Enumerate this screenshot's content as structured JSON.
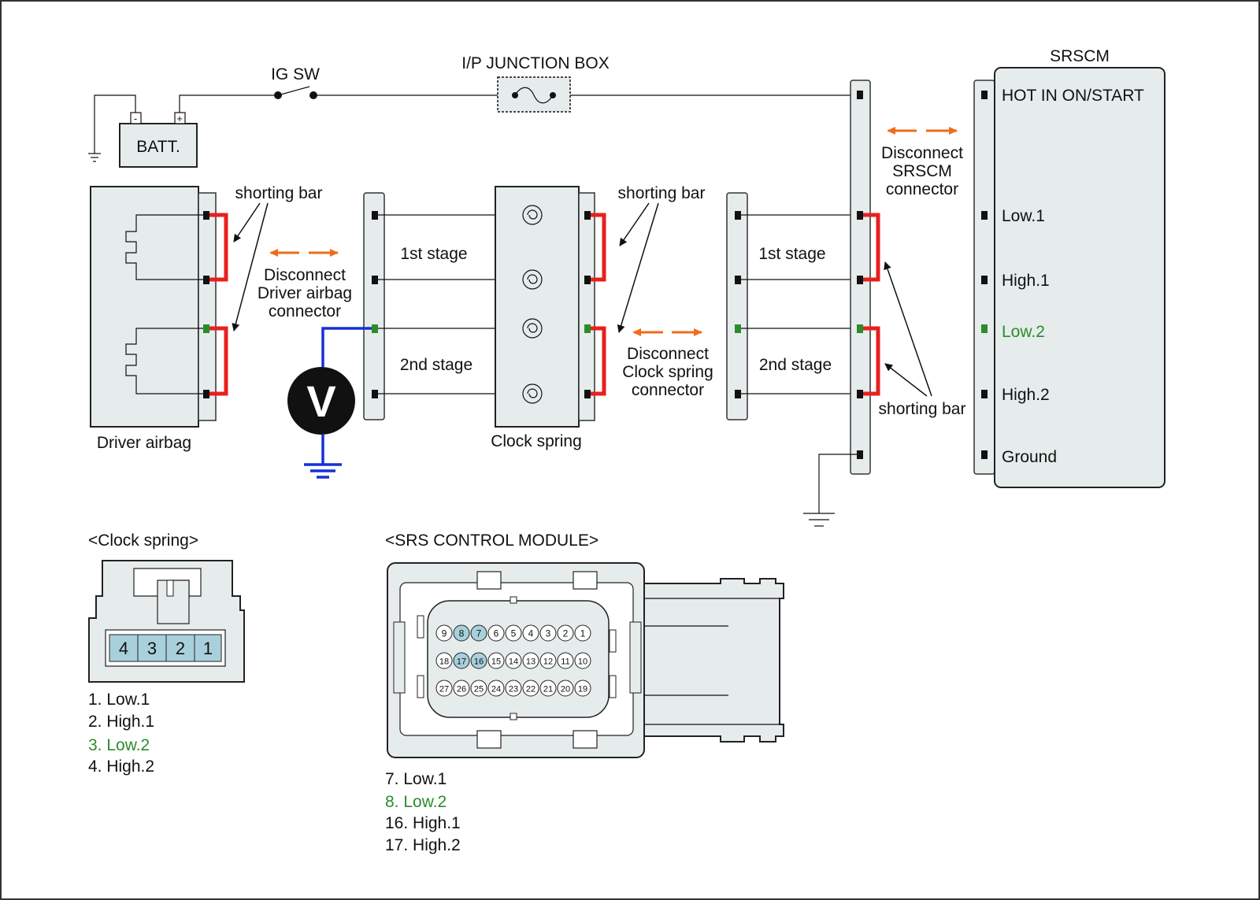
{
  "labels": {
    "ig_sw": "IG SW",
    "junction_box": "I/P JUNCTION BOX",
    "srscm_title": "SRSCM",
    "batt": "BATT.",
    "batt_minus": "-",
    "batt_plus": "+",
    "shorting_bar_1": "shorting bar",
    "shorting_bar_2": "shorting bar",
    "shorting_bar_3": "shorting bar",
    "disconnect_driver": [
      "Disconnect",
      "Driver airbag",
      "connector"
    ],
    "disconnect_clock": [
      "Disconnect",
      "Clock spring",
      "connector"
    ],
    "disconnect_srscm": [
      "Disconnect",
      "SRSCM",
      "connector"
    ],
    "stage1_a": "1st stage",
    "stage2_a": "2nd stage",
    "stage1_b": "1st stage",
    "stage2_b": "2nd stage",
    "driver_airbag": "Driver airbag",
    "clock_spring": "Clock spring",
    "voltmeter": "V"
  },
  "srscm_pins": [
    "HOT IN ON/START",
    "Low.1",
    "High.1",
    "Low.2",
    "High.2",
    "Ground"
  ],
  "clock_spring_section": {
    "title": "<Clock spring>",
    "pins": [
      "4",
      "3",
      "2",
      "1"
    ],
    "legend": [
      "1. Low.1",
      "2. High.1",
      "3. Low.2",
      "4. High.2"
    ]
  },
  "srs_module_section": {
    "title": "<SRS CONTROL MODULE>",
    "row1": [
      "9",
      "8",
      "7",
      "6",
      "5",
      "4",
      "3",
      "2",
      "1"
    ],
    "row2": [
      "18",
      "17",
      "16",
      "15",
      "14",
      "13",
      "12",
      "11",
      "10"
    ],
    "row3": [
      "27",
      "26",
      "25",
      "24",
      "23",
      "22",
      "21",
      "20",
      "19"
    ],
    "legend": [
      "7. Low.1",
      "8. Low.2",
      "16. High.1",
      "17. High.2"
    ]
  },
  "colors": {
    "shorting_bar": "#e8201d",
    "meter_wire": "#1530d8",
    "disconnect_arrow": "#f06b1c",
    "highlight_text": "#2c8c2c",
    "highlight_pin": "#a8d0dc",
    "component_fill": "#e6ecec"
  }
}
